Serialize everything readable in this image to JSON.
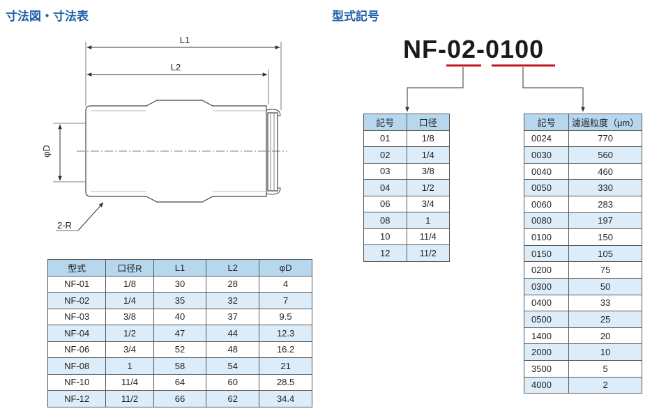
{
  "headings": {
    "dimension": "寸法図・寸法表",
    "model_code": "型式記号"
  },
  "drawing": {
    "l1_label": "L1",
    "l2_label": "L2",
    "diameter_label": "φD",
    "radius_label": "2-R"
  },
  "model_code": {
    "prefix": "NF-",
    "port_code": "02",
    "separator": "-",
    "filter_code": "0100",
    "underline_color": "#c0141c"
  },
  "dimension_table": {
    "headers": [
      "型式",
      "口径R",
      "L1",
      "L2",
      "φD"
    ],
    "rows": [
      [
        "NF-01",
        "1/8",
        "30",
        "28",
        "4"
      ],
      [
        "NF-02",
        "1/4",
        "35",
        "32",
        "7"
      ],
      [
        "NF-03",
        "3/8",
        "40",
        "37",
        "9.5"
      ],
      [
        "NF-04",
        "1/2",
        "47",
        "44",
        "12.3"
      ],
      [
        "NF-06",
        "3/4",
        "52",
        "48",
        "16.2"
      ],
      [
        "NF-08",
        "1",
        "58",
        "54",
        "21"
      ],
      [
        "NF-10",
        "11/4",
        "64",
        "60",
        "28.5"
      ],
      [
        "NF-12",
        "11/2",
        "66",
        "62",
        "34.4"
      ]
    ]
  },
  "port_table": {
    "headers": [
      "記号",
      "口径"
    ],
    "rows": [
      [
        "01",
        "1/8"
      ],
      [
        "02",
        "1/4"
      ],
      [
        "03",
        "3/8"
      ],
      [
        "04",
        "1/2"
      ],
      [
        "06",
        "3/4"
      ],
      [
        "08",
        "1"
      ],
      [
        "10",
        "11/4"
      ],
      [
        "12",
        "11/2"
      ]
    ]
  },
  "filter_table": {
    "headers": [
      "記号",
      "濾過粒度（μm）"
    ],
    "rows": [
      [
        "0024",
        "770"
      ],
      [
        "0030",
        "560"
      ],
      [
        "0040",
        "460"
      ],
      [
        "0050",
        "330"
      ],
      [
        "0060",
        "283"
      ],
      [
        "0080",
        "197"
      ],
      [
        "0100",
        "150"
      ],
      [
        "0150",
        "105"
      ],
      [
        "0200",
        "75"
      ],
      [
        "0300",
        "50"
      ],
      [
        "0400",
        "33"
      ],
      [
        "0500",
        "25"
      ],
      [
        "1400",
        "20"
      ],
      [
        "2000",
        "10"
      ],
      [
        "3500",
        "5"
      ],
      [
        "4000",
        "2"
      ]
    ]
  },
  "colors": {
    "heading": "#1f5fa8",
    "table_header": "#b7d7ef",
    "table_alt_row": "#dcecf8"
  }
}
